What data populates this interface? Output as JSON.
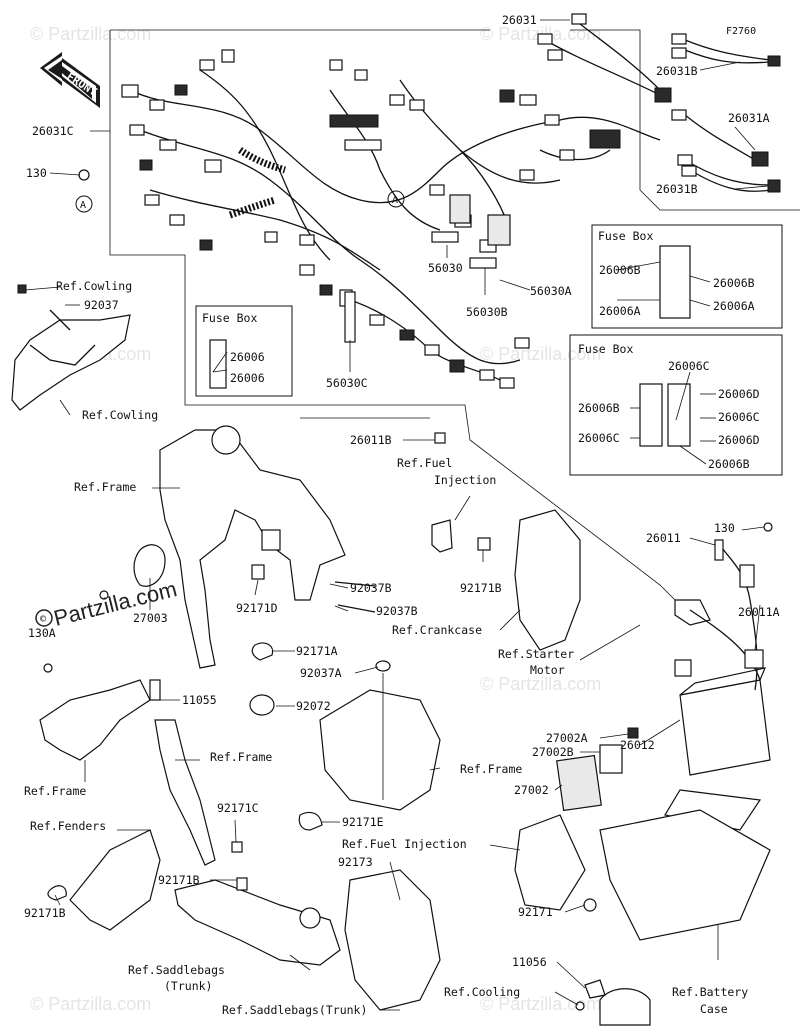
{
  "diagram_code": "F2760",
  "front_label": "FRONT",
  "watermark": "© Partzilla.com",
  "logo_text": "Partzilla.com",
  "fuse_boxes": [
    {
      "title": "Fuse Box",
      "labels": [
        "26006",
        "26006"
      ]
    },
    {
      "title": "Fuse Box",
      "labels": [
        "26006B",
        "26006B",
        "26006A",
        "26006A"
      ]
    },
    {
      "title": "Fuse Box",
      "labels": [
        "26006C",
        "26006B",
        "26006C",
        "26006D",
        "26006C",
        "26006D",
        "26006B"
      ]
    }
  ],
  "callout_letter": "A",
  "parts": {
    "p26031": "26031",
    "p26031B_top": "26031B",
    "p26031A": "26031A",
    "p26031B_bot": "26031B",
    "p26031C": "26031C",
    "p130_top": "130",
    "p92037_left": "92037",
    "p56030": "56030",
    "p56030A": "56030A",
    "p56030B": "56030B",
    "p56030C": "56030C",
    "p26011B": "26011B",
    "p26011": "26011",
    "p130_right": "130",
    "p26011A": "26011A",
    "p92171B_mid": "92171B",
    "p92037B_1": "92037B",
    "p92037B_2": "92037B",
    "p92171D": "92171D",
    "p27003": "27003",
    "p130A": "130A",
    "p92171A": "92171A",
    "p92037A": "92037A",
    "p11055": "11055",
    "p92072": "92072",
    "p92171C": "92171C",
    "p92171E": "92171E",
    "p92171B_low": "92171B",
    "p92173": "92173",
    "p92171B_left": "92171B",
    "p26012": "26012",
    "p27002A": "27002A",
    "p27002B": "27002B",
    "p27002": "27002",
    "p92171": "92171",
    "p11056": "11056"
  },
  "refs": {
    "cowling_top": "Ref.Cowling",
    "cowling_bottom": "Ref.Cowling",
    "frame_top": "Ref.Frame",
    "fuel_injection_1": "Ref.Fuel",
    "fuel_injection_2": "Injection",
    "crankcase": "Ref.Crankcase",
    "starter_1": "Ref.Starter",
    "starter_2": "Motor",
    "frame_mid_right": "Ref.Frame",
    "frame_left": "Ref.Frame",
    "frame_mid": "Ref.Frame",
    "fenders": "Ref.Fenders",
    "fuel_injection_low": "Ref.Fuel Injection",
    "saddlebags_1": "Ref.Saddlebags",
    "saddlebags_2": "(Trunk)",
    "saddlebags_trunk": "Ref.Saddlebags(Trunk)",
    "cooling": "Ref.Cooling",
    "battery_1": "Ref.Battery",
    "battery_2": "Case"
  }
}
